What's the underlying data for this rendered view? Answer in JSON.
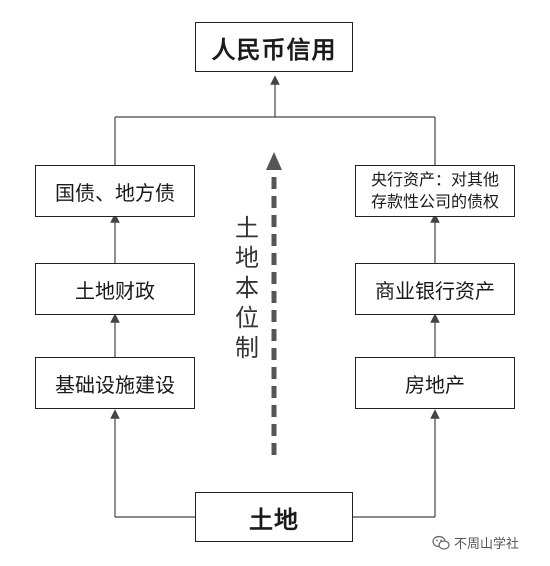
{
  "nodes": {
    "top": "人民币信用",
    "bottom": "土地",
    "left": [
      "国债、地方债",
      "土地财政",
      "基础设施建设"
    ],
    "right": [
      [
        "央行资产：对其他",
        "存款性公司的债权"
      ],
      [
        "商业银行资产"
      ],
      [
        "房地产"
      ]
    ]
  },
  "center_label": [
    "土",
    "地",
    "本",
    "位",
    "制"
  ],
  "watermark": "不周山学社",
  "colors": {
    "line": "#444444",
    "dashed_arrow": "#555555"
  },
  "icons": {
    "watermark": "wechat-icon"
  }
}
